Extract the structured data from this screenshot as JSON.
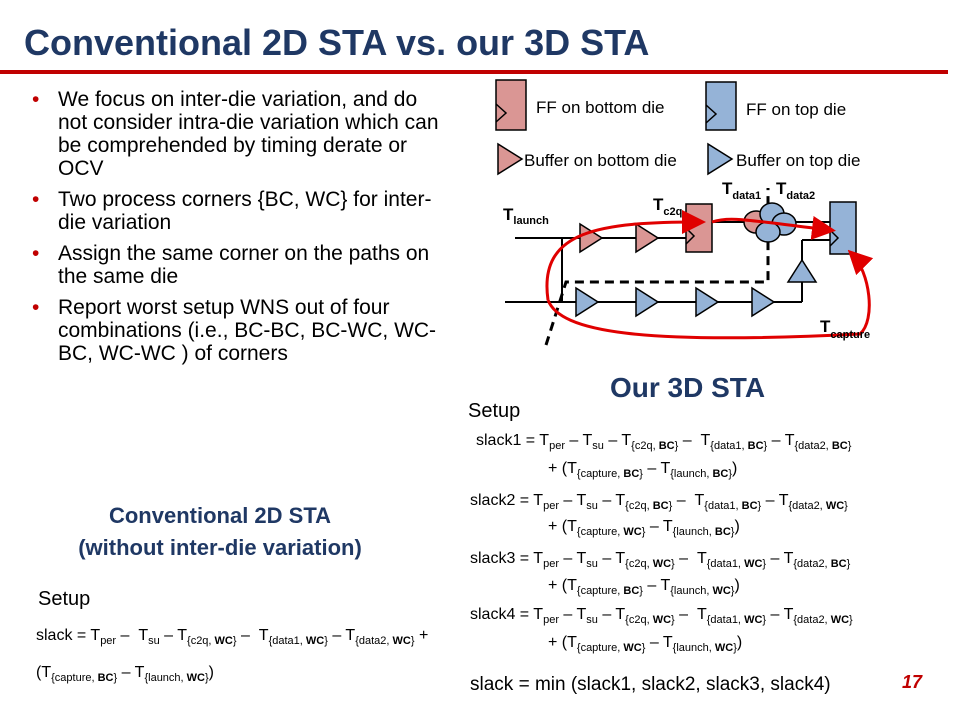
{
  "title": "Conventional 2D STA vs. our 3D STA",
  "bullets": [
    "We focus on inter-die variation, and do not consider intra-die variation which can be comprehended by timing derate or OCV",
    "Two process corners {BC, WC} for inter-die variation",
    "Assign the same corner on the paths on the same die",
    "Report worst setup WNS out of four combinations (i.e., BC-BC, BC-WC, WC-BC, WC-WC ) of corners"
  ],
  "bullet_glyph": "•",
  "legend": {
    "ff_bottom": "FF on bottom die",
    "ff_top": "FF on top die",
    "buf_bottom": "Buffer on bottom die",
    "buf_top": "Buffer on top die"
  },
  "diagram_labels": {
    "t": "T",
    "launch": "launch",
    "c2q": "c2q",
    "data1": "data1",
    "data2": "data2",
    "capture": "capture"
  },
  "colors": {
    "title": "#1F3864",
    "accent_red": "#C00000",
    "ff_bottom_fill": "#DA9694",
    "ff_top_fill": "#95B3D7",
    "buf_bottom_fill": "#DA9694",
    "buf_top_fill": "#95B3D7"
  },
  "conventional": {
    "heading_line1": "Conventional 2D STA",
    "heading_line2": "(without inter-die variation)",
    "setup": "Setup",
    "slack_label": "slack = ",
    "corner_c2q": "WC",
    "corner_data1": "WC",
    "corner_data2": "WC",
    "corner_capture": "BC",
    "corner_launch": "WC"
  },
  "our3d": {
    "heading": "Our 3D STA",
    "setup": "Setup",
    "slacks": [
      {
        "name": "slack1",
        "c2q": "BC",
        "data1": "BC",
        "data2": "BC",
        "capture": "BC",
        "launch": "BC"
      },
      {
        "name": "slack2",
        "c2q": "BC",
        "data1": "BC",
        "data2": "WC",
        "capture": "WC",
        "launch": "BC"
      },
      {
        "name": "slack3",
        "c2q": "WC",
        "data1": "WC",
        "data2": "BC",
        "capture": "BC",
        "launch": "WC"
      },
      {
        "name": "slack4",
        "c2q": "WC",
        "data1": "WC",
        "data2": "WC",
        "capture": "WC",
        "launch": "WC"
      }
    ],
    "final": "slack = min (slack1, slack2, slack3, slack4)"
  },
  "page_number": "17"
}
